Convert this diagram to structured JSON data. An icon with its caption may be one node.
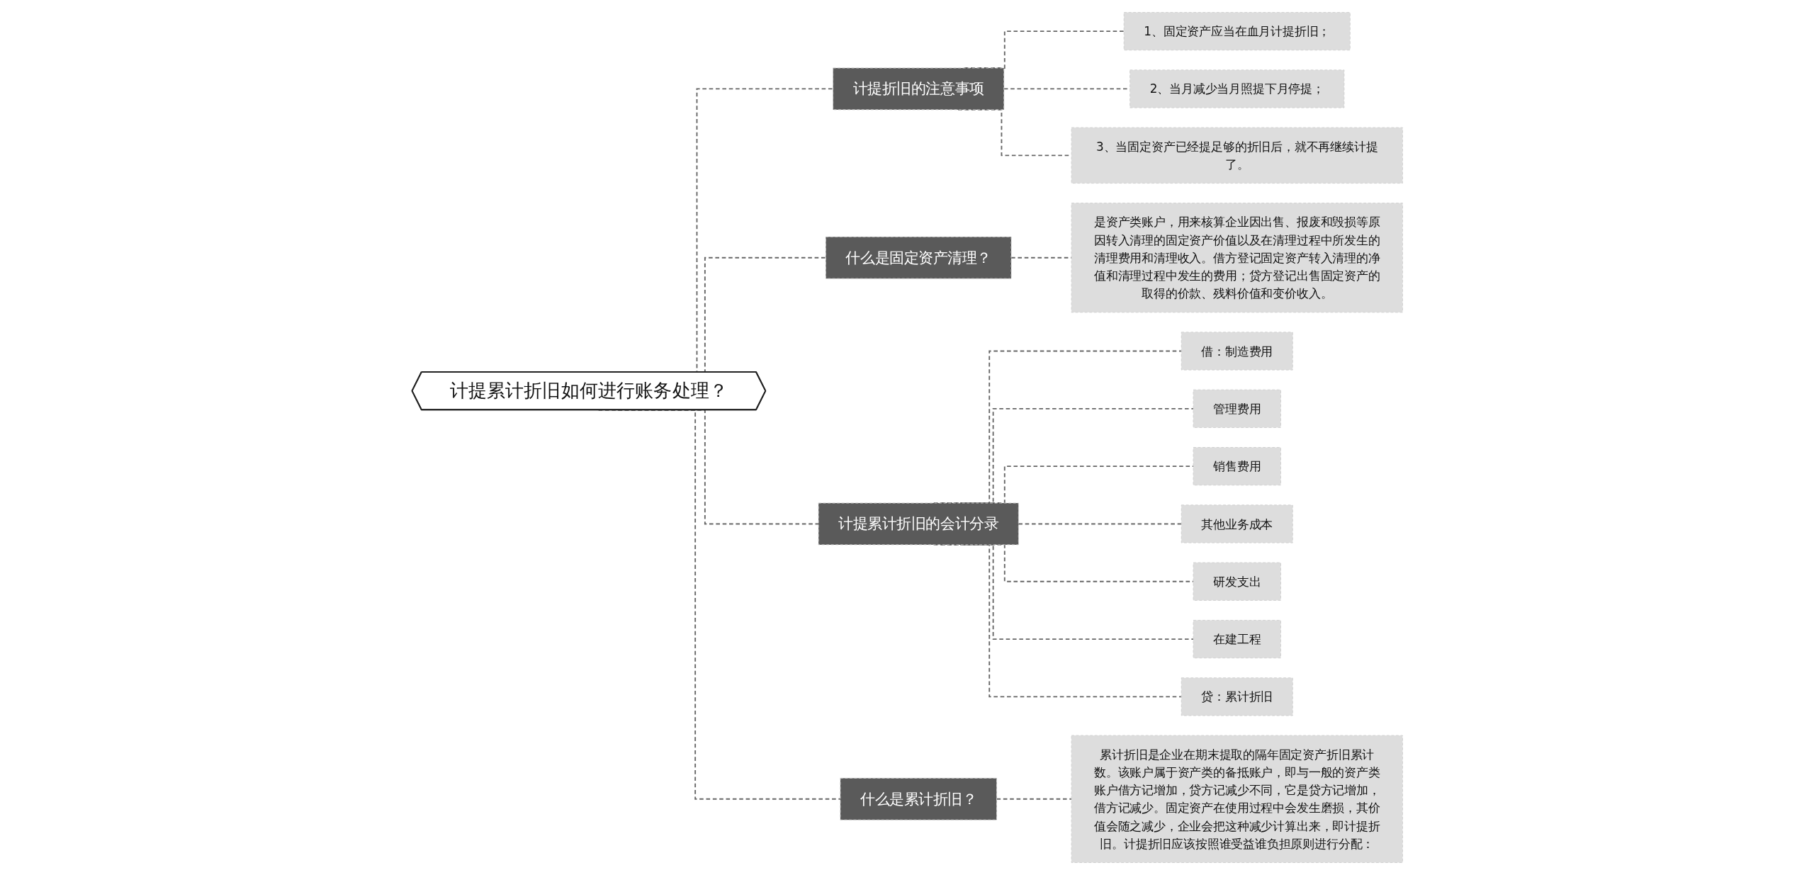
{
  "diagram": {
    "nodes": [
      {
        "text": [
          "计提累计折旧如何进行账务处理？"
        ]
      },
      {
        "text": [
          "计提折旧的注意事项"
        ]
      },
      {
        "text": [
          "1、固定资产应当在血月计提折旧；"
        ]
      },
      {
        "text": [
          "2、当月减少当月照提下月停提；"
        ]
      },
      {
        "text": [
          "3、当固定资产已经提足够的折旧后，就不再继续计提了。"
        ]
      },
      {
        "text": [
          "什么是固定资产清理？"
        ]
      },
      {
        "text": [
          "是资产类账户，用来核算企业因出售、报废和毁损等原因转入清理的固定资产价值以及在清理过程中所发生的清理费用和清理收入。借方登记固定资产转入清理的净值和清理过程中发生的费用；贷方登记出售固定资产的取得的价款、残料价值和变价收入。"
        ]
      },
      {
        "text": [
          "计提累计折旧的会计分录"
        ]
      },
      {
        "text": [
          "借：制造费用"
        ]
      },
      {
        "text": [
          "管理费用"
        ]
      },
      {
        "text": [
          "销售费用"
        ]
      },
      {
        "text": [
          "其他业务成本"
        ]
      },
      {
        "text": [
          "研发支出"
        ]
      },
      {
        "text": [
          "在建工程"
        ]
      },
      {
        "text": [
          "贷：累计折旧"
        ]
      },
      {
        "text": [
          "什么是累计折旧？"
        ]
      },
      {
        "text": [
          "累计折旧是企业在期末提取的隔年固定资产折旧累计数。该账户属于资产类的备抵账户，即与一般的资产类账户借方记增加，贷方记减少不同，它是贷方记增加，借方记减少。固定资产在使用过程中会发生磨损，其价值会随之减少，企业会把这种减少计算出来，即计提折旧。计提折旧应该按照谁受益谁负担原则进行分配："
        ]
      }
    ],
    "edges": [
      {
        "from": 0,
        "to": 1,
        "arrow": "none",
        "style": "dashed"
      },
      {
        "from": 1,
        "to": 2,
        "arrow": "none",
        "style": "dashed"
      },
      {
        "from": 1,
        "to": 3,
        "arrow": "none",
        "style": "dashed"
      },
      {
        "from": 1,
        "to": 4,
        "arrow": "none",
        "style": "dashed"
      },
      {
        "from": 0,
        "to": 5,
        "arrow": "none",
        "style": "dashed"
      },
      {
        "from": 5,
        "to": 6,
        "arrow": "none",
        "style": "dashed"
      },
      {
        "from": 0,
        "to": 7,
        "arrow": "none",
        "style": "dashed"
      },
      {
        "from": 7,
        "to": 8,
        "arrow": "none",
        "style": "dashed"
      },
      {
        "from": 7,
        "to": 9,
        "arrow": "none",
        "style": "dashed"
      },
      {
        "from": 7,
        "to": 10,
        "arrow": "none",
        "style": "dashed"
      },
      {
        "from": 7,
        "to": 11,
        "arrow": "none",
        "style": "dashed"
      },
      {
        "from": 7,
        "to": 12,
        "arrow": "none",
        "style": "dashed"
      },
      {
        "from": 7,
        "to": 13,
        "arrow": "none",
        "style": "dashed"
      },
      {
        "from": 7,
        "to": 14,
        "arrow": "none",
        "style": "dashed"
      },
      {
        "from": 0,
        "to": 15,
        "arrow": "none",
        "style": "dashed"
      },
      {
        "from": 15,
        "to": 16,
        "arrow": "none",
        "style": "dashed"
      }
    ]
  }
}
